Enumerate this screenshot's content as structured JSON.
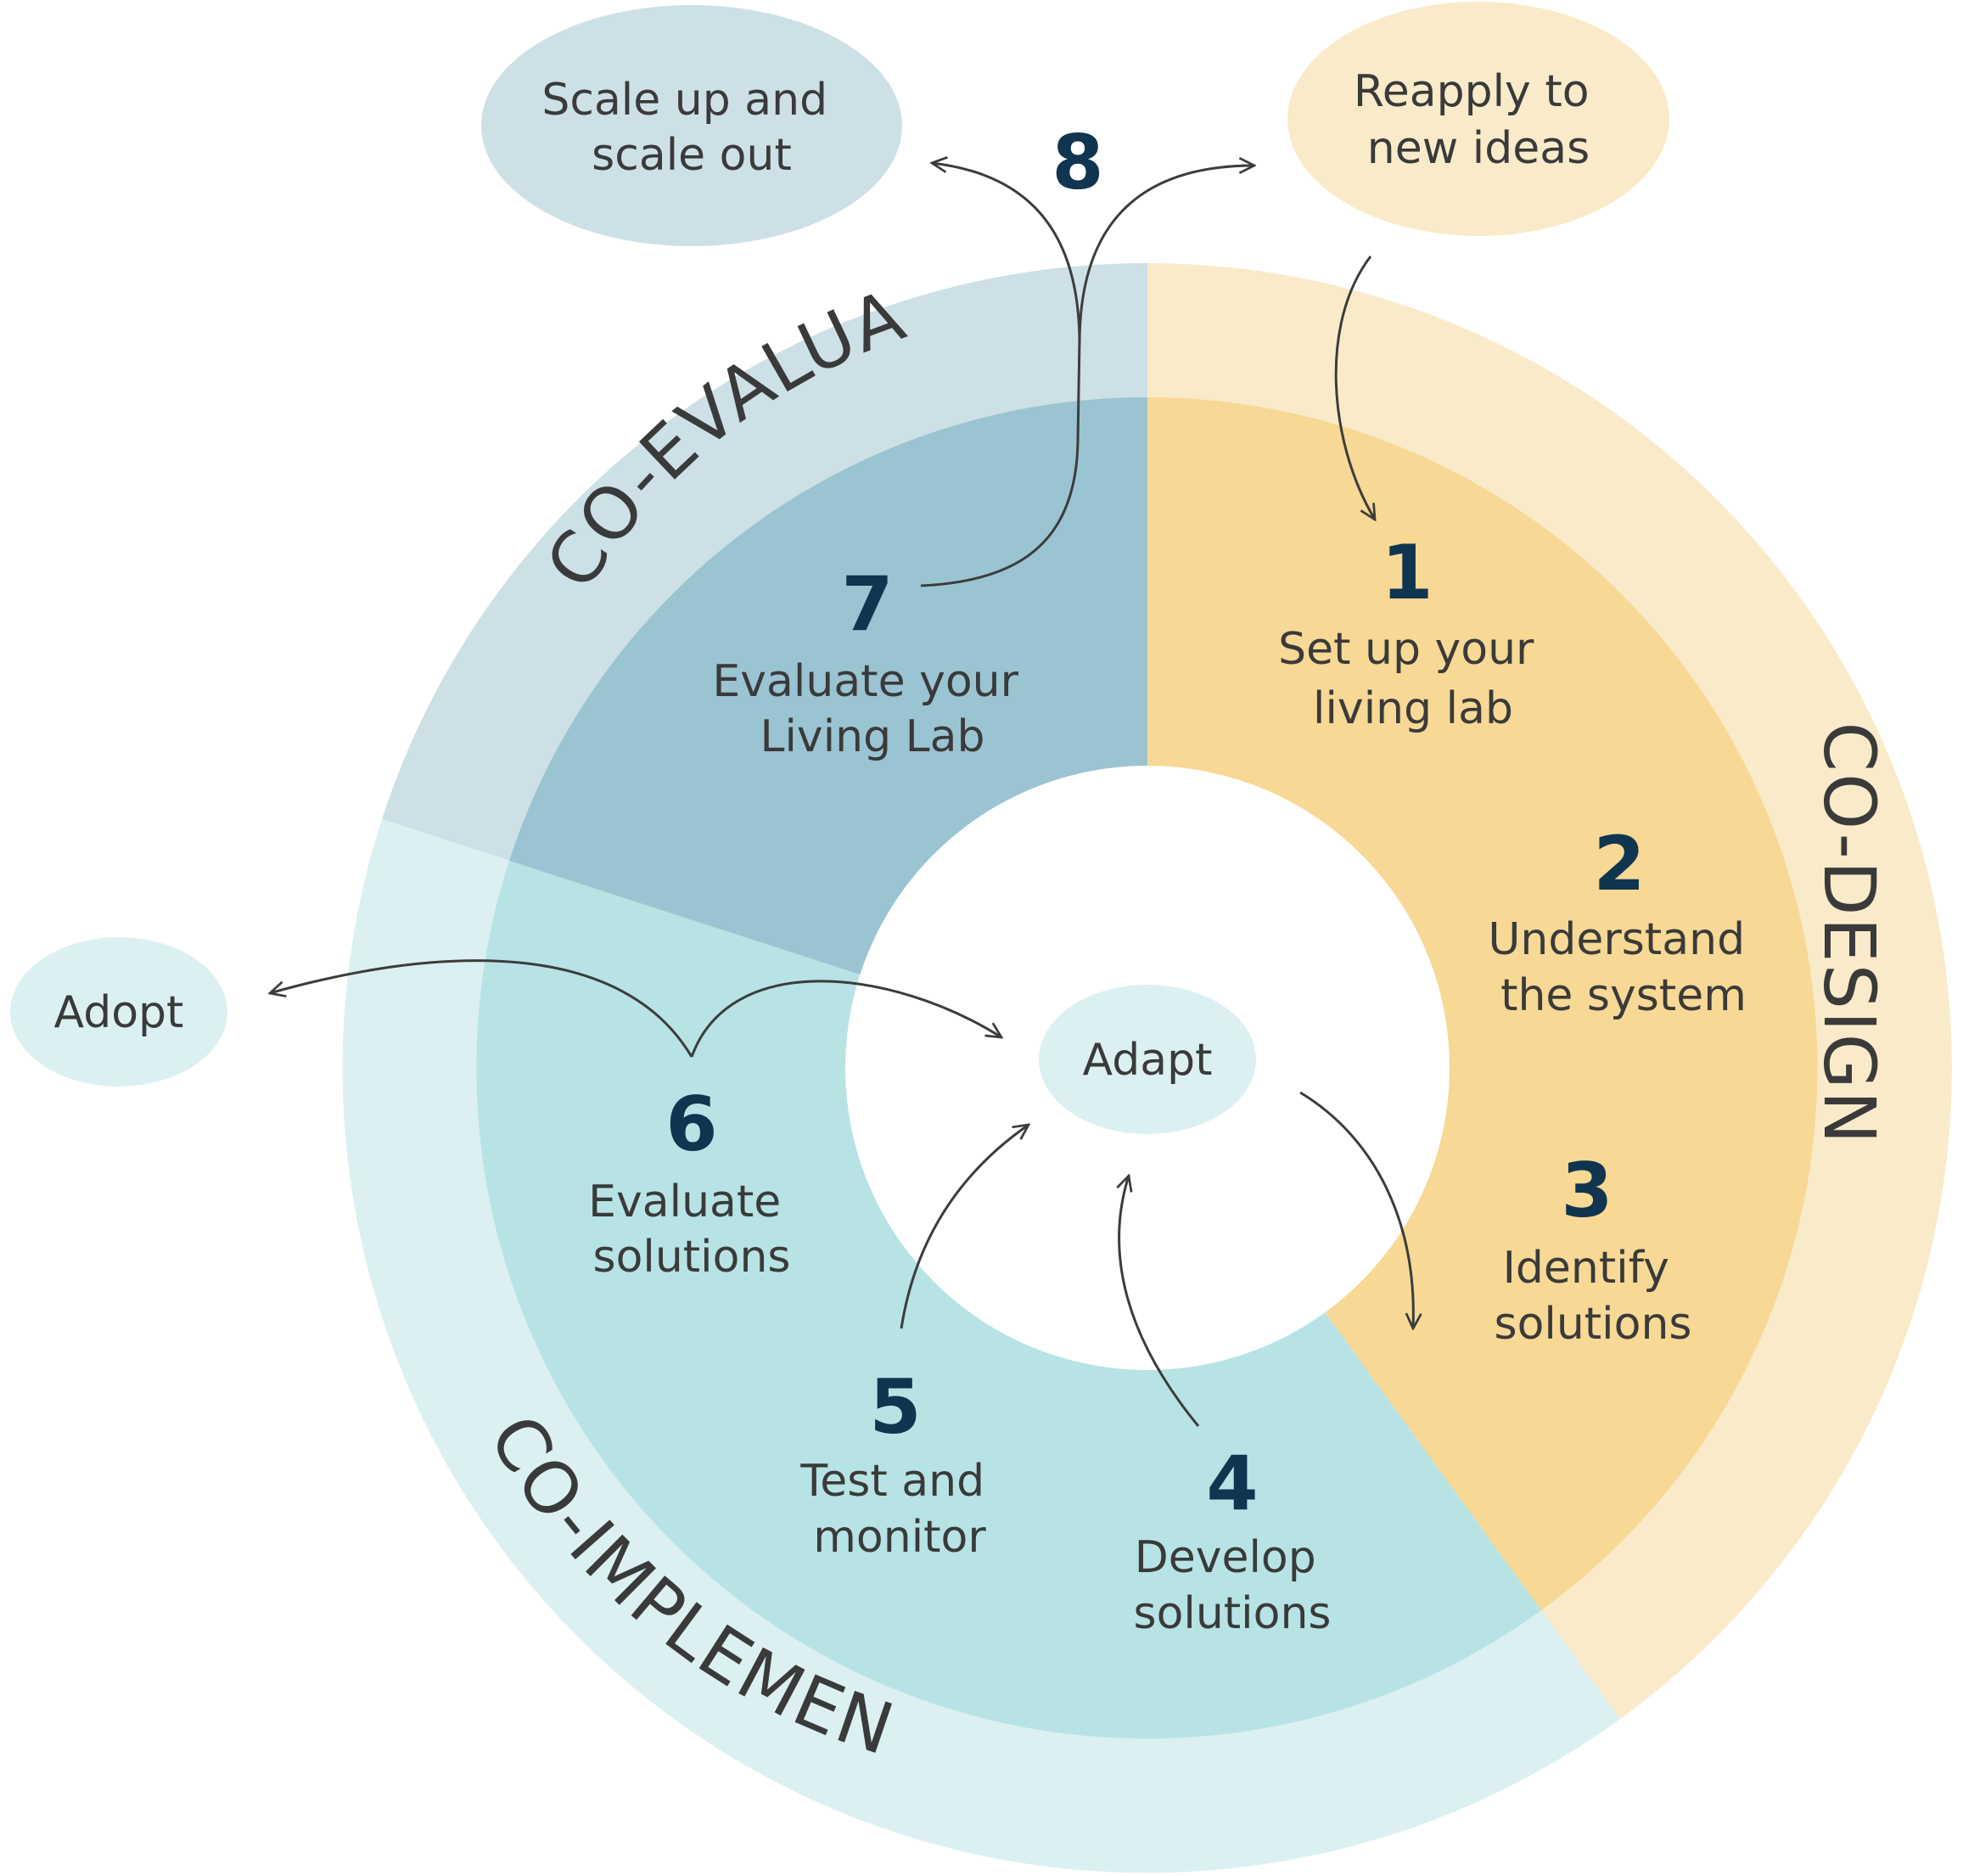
{
  "phases": {
    "co_design": "CO-DESIGN",
    "co_evaluate": "CO-EVALUATE",
    "co_implement": "CO-IMPLEMENT"
  },
  "steps": [
    {
      "number": "1",
      "lines": [
        "Set up your",
        "living lab"
      ]
    },
    {
      "number": "2",
      "lines": [
        "Understand",
        "the system"
      ]
    },
    {
      "number": "3",
      "lines": [
        "Identify",
        "solutions"
      ]
    },
    {
      "number": "4",
      "lines": [
        "Develop",
        "solutions"
      ]
    },
    {
      "number": "5",
      "lines": [
        "Test and",
        "monitor"
      ]
    },
    {
      "number": "6",
      "lines": [
        "Evaluate",
        "solutions"
      ]
    },
    {
      "number": "7",
      "lines": [
        "Evaluate your",
        "Living Lab"
      ]
    },
    {
      "number": "8",
      "lines": []
    }
  ],
  "bubbles": {
    "scale_up": [
      "Scale up and",
      "scale out"
    ],
    "reapply": [
      "Reapply to",
      "new ideas"
    ],
    "adopt": "Adopt",
    "adapt": "Adapt"
  },
  "colors": {
    "design_outer": "#f9ebc9",
    "design_inner": "#f7d894",
    "evaluate_outer": "#cde0e6",
    "evaluate_inner": "#9bc4d2",
    "implement_outer": "#dcf0f1",
    "implement_inner": "#b7e3e4",
    "number": "#0f3550"
  }
}
